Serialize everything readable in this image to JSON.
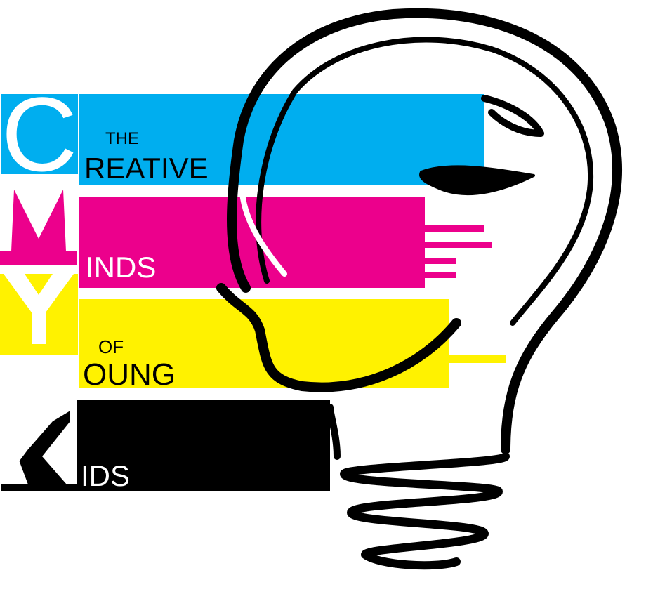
{
  "logo": {
    "initials": [
      "C",
      "M",
      "Y",
      "K"
    ],
    "line1_small": "THE",
    "line1": "REATIVE",
    "line2": "INDS",
    "line3_small": "OF",
    "line3": "OUNG",
    "line4": "IDS"
  },
  "colors": {
    "cyan": "#00AEEF",
    "magenta": "#EC008C",
    "yellow": "#FFF200",
    "black": "#000000"
  }
}
